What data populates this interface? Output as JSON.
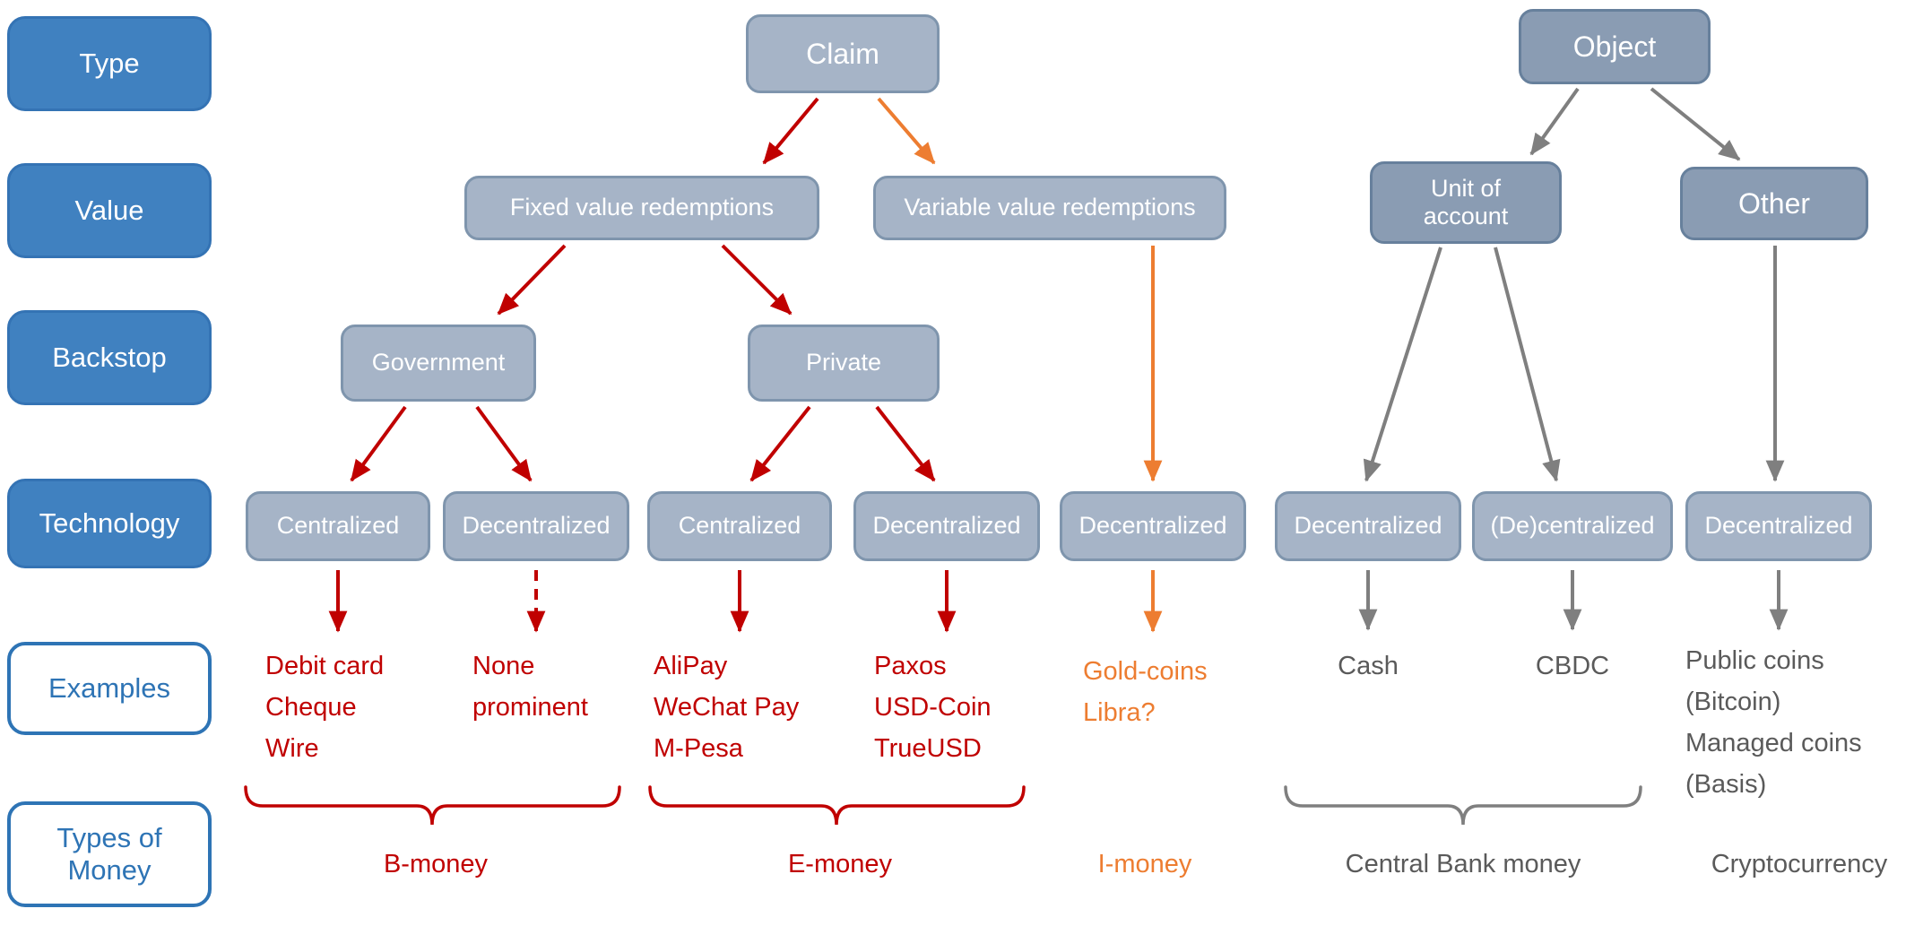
{
  "palette": {
    "row_label_blue": "#4081c0",
    "row_label_outline_blue": "#2e74b5",
    "node_light": "#a6b4c7",
    "node_dark": "#8a9cb3",
    "red": "#c00000",
    "orange": "#ed7d31",
    "gray_arrow": "#7f7f7f",
    "gray_text": "#5a5a5a"
  },
  "row_labels": [
    {
      "lines": [
        "Type"
      ],
      "style": "solid"
    },
    {
      "lines": [
        "Value"
      ],
      "style": "solid"
    },
    {
      "lines": [
        "Backstop"
      ],
      "style": "solid"
    },
    {
      "lines": [
        "Technology"
      ],
      "style": "solid"
    },
    {
      "lines": [
        "Examples"
      ],
      "style": "outline"
    },
    {
      "lines": [
        "Types of",
        "Money"
      ],
      "style": "outline"
    }
  ],
  "nodes": {
    "claim": "Claim",
    "object": "Object",
    "fixed_value": "Fixed value redemptions",
    "variable_value": "Variable value redemptions",
    "unit_of_account": "Unit of account",
    "other": "Other",
    "government": "Government",
    "private": "Private",
    "tech": [
      "Centralized",
      "Decentralized",
      "Centralized",
      "Decentralized",
      "Decentralized",
      "Decentralized",
      "(De)centralized",
      "Decentralized"
    ]
  },
  "examples": [
    {
      "lines": [
        "Debit card",
        "Cheque",
        "Wire"
      ],
      "color": "#c00000"
    },
    {
      "lines": [
        "None",
        "prominent"
      ],
      "color": "#c00000"
    },
    {
      "lines": [
        "AliPay",
        "WeChat Pay",
        "M-Pesa"
      ],
      "color": "#c00000"
    },
    {
      "lines": [
        "Paxos",
        "USD-Coin",
        "TrueUSD"
      ],
      "color": "#c00000"
    },
    {
      "lines": [
        "Gold-coins",
        "Libra?"
      ],
      "color": "#ed7d31"
    },
    {
      "lines": [
        "Cash"
      ],
      "color": "#5a5a5a"
    },
    {
      "lines": [
        "CBDC"
      ],
      "color": "#5a5a5a"
    },
    {
      "lines": [
        "Public coins",
        "(Bitcoin)",
        "Managed coins",
        "(Basis)"
      ],
      "color": "#5a5a5a"
    }
  ],
  "money_types": [
    {
      "label": "B-money",
      "color": "#c00000",
      "has_brace": true
    },
    {
      "label": "E-money",
      "color": "#c00000",
      "has_brace": true
    },
    {
      "label": "I-money",
      "color": "#ed7d31",
      "has_brace": false
    },
    {
      "label": "Central Bank money",
      "color": "#5a5a5a",
      "has_brace": true
    },
    {
      "label": "Cryptocurrency",
      "color": "#5a5a5a",
      "has_brace": false
    }
  ],
  "edges": [
    {
      "from": "claim",
      "to": "fixed_value",
      "color": "red",
      "style": "solid"
    },
    {
      "from": "claim",
      "to": "variable_value",
      "color": "orange",
      "style": "solid"
    },
    {
      "from": "fixed_value",
      "to": "government",
      "color": "red",
      "style": "solid"
    },
    {
      "from": "fixed_value",
      "to": "private",
      "color": "red",
      "style": "solid"
    },
    {
      "from": "variable_value",
      "to": "tech-decentralized-5",
      "color": "orange",
      "style": "solid"
    },
    {
      "from": "object",
      "to": "unit_of_account",
      "color": "gray",
      "style": "solid"
    },
    {
      "from": "object",
      "to": "other",
      "color": "gray",
      "style": "solid"
    },
    {
      "from": "government",
      "to": "tech-centralized-1",
      "color": "red",
      "style": "solid"
    },
    {
      "from": "government",
      "to": "tech-decentralized-2",
      "color": "red",
      "style": "solid"
    },
    {
      "from": "private",
      "to": "tech-centralized-3",
      "color": "red",
      "style": "solid"
    },
    {
      "from": "private",
      "to": "tech-decentralized-4",
      "color": "red",
      "style": "solid"
    },
    {
      "from": "unit_of_account",
      "to": "tech-decentralized-6",
      "color": "gray",
      "style": "solid"
    },
    {
      "from": "unit_of_account",
      "to": "tech-decentralized-7",
      "color": "gray",
      "style": "solid"
    },
    {
      "from": "other",
      "to": "tech-decentralized-8",
      "color": "gray",
      "style": "solid"
    },
    {
      "from": "tech-centralized-1",
      "to": "examples-1",
      "color": "red",
      "style": "solid"
    },
    {
      "from": "tech-decentralized-2",
      "to": "examples-2",
      "color": "red",
      "style": "dashed"
    },
    {
      "from": "tech-centralized-3",
      "to": "examples-3",
      "color": "red",
      "style": "solid"
    },
    {
      "from": "tech-decentralized-4",
      "to": "examples-4",
      "color": "red",
      "style": "solid"
    },
    {
      "from": "tech-decentralized-5",
      "to": "examples-5",
      "color": "orange",
      "style": "solid"
    },
    {
      "from": "tech-decentralized-6",
      "to": "examples-6",
      "color": "gray",
      "style": "solid"
    },
    {
      "from": "tech-decentralized-7",
      "to": "examples-7",
      "color": "gray",
      "style": "solid"
    },
    {
      "from": "tech-decentralized-8",
      "to": "examples-8",
      "color": "gray",
      "style": "solid"
    }
  ]
}
